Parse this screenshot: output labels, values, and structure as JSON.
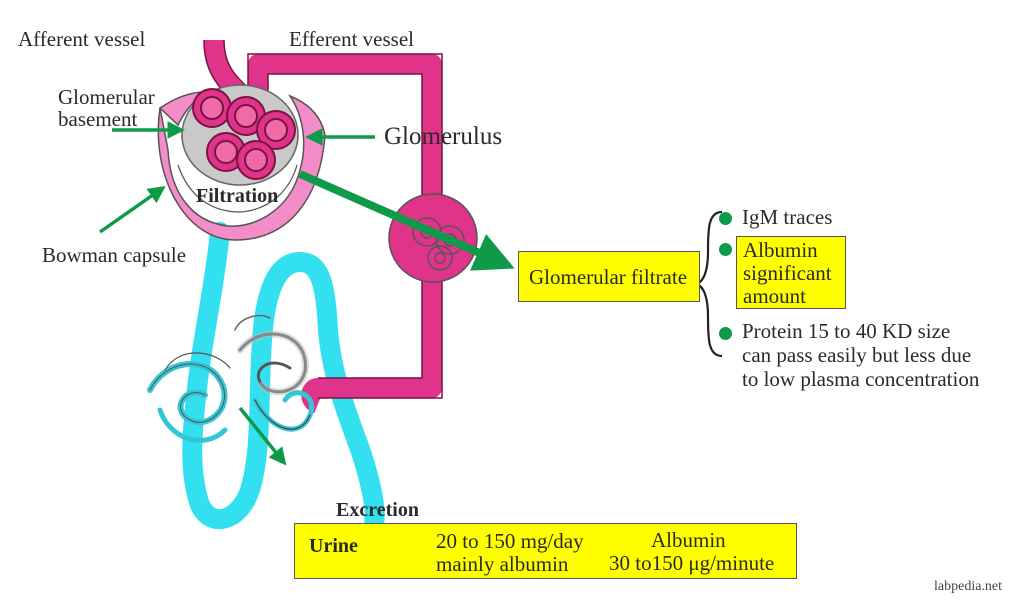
{
  "labels": {
    "afferent_vessel": "Afferent vessel",
    "efferent_vessel": "Efferent vessel",
    "glomerular_basement_line1": "Glomerular",
    "glomerular_basement_line2": "basement",
    "glomerulus": "Glomerulus",
    "filtration": "Filtration",
    "bowman_capsule": "Bowman capsule",
    "glomerular_filtrate": "Glomerular filtrate",
    "excretion": "Excretion",
    "watermark": "labpedia.net"
  },
  "filtrate_items": [
    {
      "lines": [
        "IgM traces"
      ],
      "highlighted": false
    },
    {
      "lines": [
        "Albumin",
        "significant",
        "amount"
      ],
      "highlighted": true
    },
    {
      "lines": [
        "Protein 15 to 40 KD size",
        "can pass easily but less due",
        "to low plasma concentration"
      ],
      "highlighted": false
    }
  ],
  "urine_box": {
    "label": "Urine",
    "amount_line1": "20 to 150 mg/day",
    "amount_line2": "mainly albumin",
    "albumin_title": "Albumin",
    "albumin_rate": "30 to150 μg/minute"
  },
  "colors": {
    "vessel": "#e0338a",
    "vessel_dark": "#b3135f",
    "capsule": "#f48cc8",
    "tubule": "#33e0ef",
    "arrow": "#0f9a4a",
    "highlight": "#ffff00",
    "text": "#2a2a2a"
  }
}
